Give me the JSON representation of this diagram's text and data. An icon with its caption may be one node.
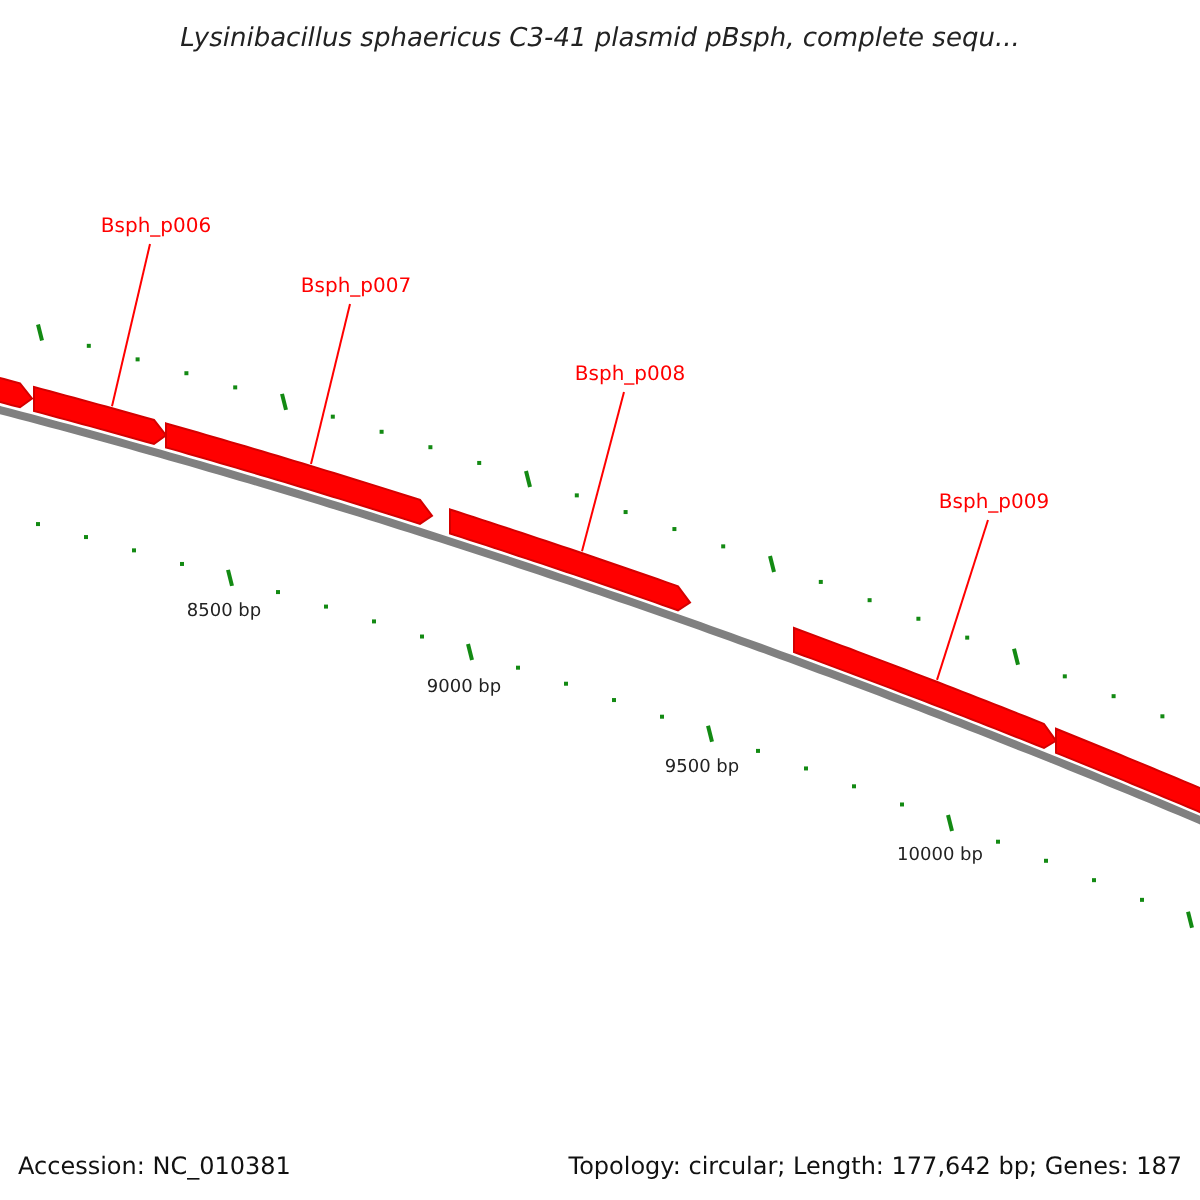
{
  "diagram": {
    "title": "Lysinibacillus sphaericus C3-41 plasmid pBsph, complete sequ...",
    "nodes": [
      {
        "text": [
          "Bsph_p006"
        ]
      },
      {
        "text": [
          "Bsph_p007"
        ]
      },
      {
        "text": [
          "Bsph_p008"
        ]
      },
      {
        "text": [
          "Bsph_p009"
        ]
      },
      {
        "text": [],
        "shape": "arrow"
      },
      {
        "text": [],
        "shape": "arrow"
      },
      {
        "text": [],
        "shape": "arrow"
      },
      {
        "text": [],
        "shape": "arrow"
      },
      {
        "text": [],
        "shape": "arrow"
      },
      {
        "text": [],
        "shape": "arrow"
      }
    ],
    "edges": [
      {
        "from": 0,
        "to": 5,
        "arrow": "none"
      },
      {
        "from": 1,
        "to": 6,
        "arrow": "none"
      },
      {
        "from": 2,
        "to": 7,
        "arrow": "none"
      },
      {
        "from": 3,
        "to": 8,
        "arrow": "none"
      }
    ],
    "labels": [
      "8500 bp",
      "9000 bp",
      "9500 bp",
      "10000 bp",
      "Accession: NC_010381",
      "Topology: circular; Length: 177,642 bp; Genes: 187"
    ]
  }
}
